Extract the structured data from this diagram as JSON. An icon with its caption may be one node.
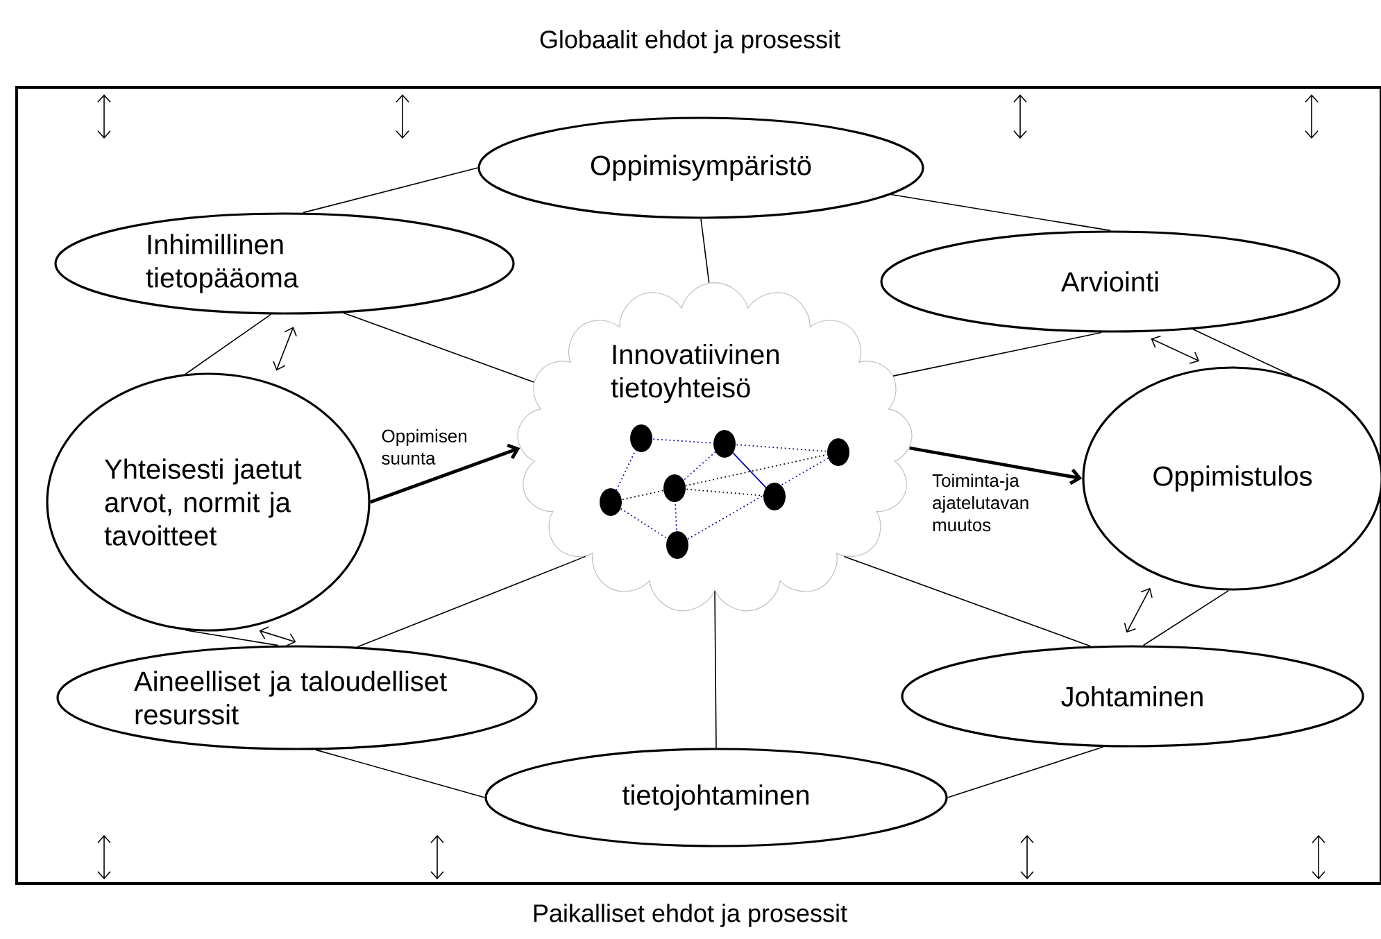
{
  "diagram": {
    "title": "Globaalit ehdot ja prosessit",
    "nodes": [
      {
        "text": [
          "Oppimisympäristö"
        ]
      },
      {
        "text": [
          "Inhimillinen tietopääoma"
        ]
      },
      {
        "text": [
          "Arviointi"
        ]
      },
      {
        "text": [
          "Yhteisesti jaetut arvot, normit ja tavoitteet"
        ]
      },
      {
        "text": [
          "Innovatiivinen tietoyhteisö"
        ]
      },
      {
        "text": [
          "Oppimistulos"
        ]
      },
      {
        "text": [
          "Aineelliset ja taloudelliset resurssit"
        ]
      },
      {
        "text": [
          "Johtaminen"
        ]
      },
      {
        "text": [
          "tietojohtaminen"
        ]
      }
    ],
    "edges": [
      {
        "from": 0,
        "to": 1,
        "arrow": "none"
      },
      {
        "from": 0,
        "to": 2,
        "arrow": "none"
      },
      {
        "from": 0,
        "to": 4,
        "arrow": "none"
      },
      {
        "from": 1,
        "to": 3,
        "arrow": "none"
      },
      {
        "from": 1,
        "to": 3,
        "arrow": "both"
      },
      {
        "from": 1,
        "to": 4,
        "arrow": "none"
      },
      {
        "from": 2,
        "to": 4,
        "arrow": "none"
      },
      {
        "from": 2,
        "to": 5,
        "arrow": "both"
      },
      {
        "from": 2,
        "to": 5,
        "arrow": "none"
      },
      {
        "from": 3,
        "to": 4,
        "arrow": "to",
        "label": "Oppimisen suunta",
        "style": "thick"
      },
      {
        "from": 4,
        "to": 5,
        "arrow": "to",
        "label": "Toiminta-ja ajatelutavan muutos",
        "style": "thick"
      },
      {
        "from": 3,
        "to": 6,
        "arrow": "none"
      },
      {
        "from": 3,
        "to": 6,
        "arrow": "both"
      },
      {
        "from": 6,
        "to": 4,
        "arrow": "none"
      },
      {
        "from": 6,
        "to": 8,
        "arrow": "none"
      },
      {
        "from": 4,
        "to": 8,
        "arrow": "none"
      },
      {
        "from": 4,
        "to": 7,
        "arrow": "none"
      },
      {
        "from": 7,
        "to": 8,
        "arrow": "none"
      },
      {
        "from": 7,
        "to": 5,
        "arrow": "both"
      },
      {
        "from": 7,
        "to": 5,
        "arrow": "none"
      }
    ],
    "labels": [
      "Paikalliset ehdot ja prosessit"
    ]
  }
}
